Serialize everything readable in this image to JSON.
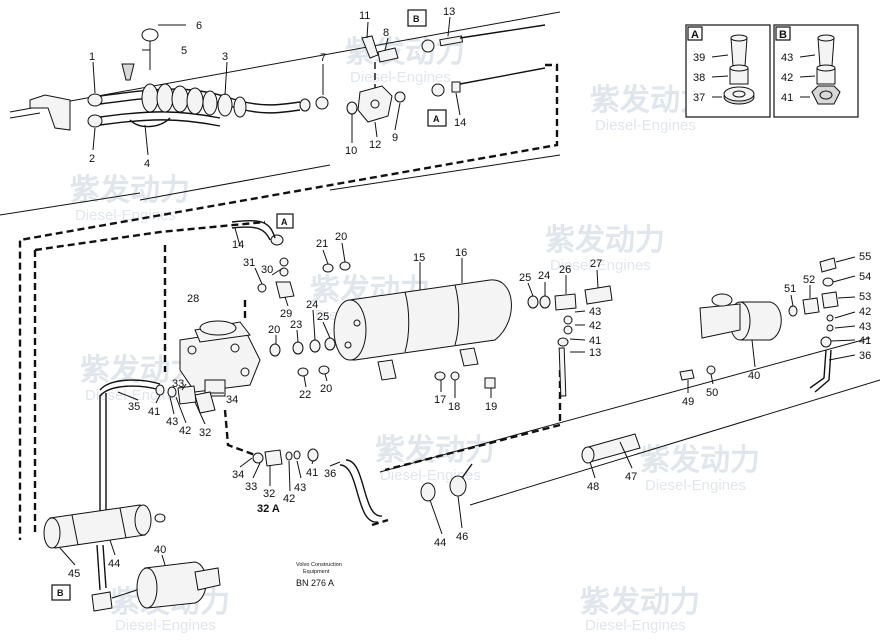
{
  "watermark": {
    "brand_cn": "紫发动力",
    "brand_en": "Diesel-Engines"
  },
  "drawing": {
    "caption_line1": "Volvo Construction",
    "caption_line2": "Equipment",
    "drawing_number": "BN 276 A"
  },
  "detail_box_a": {
    "title": "A",
    "items": [
      "39",
      "38",
      "37"
    ]
  },
  "detail_box_b": {
    "title": "B",
    "items": [
      "43",
      "42",
      "41"
    ]
  },
  "reference_markers": {
    "a_top": "A",
    "b_top": "B",
    "a_mid": "A",
    "b_bottom": "B"
  },
  "special_labels": {
    "label_32a": "32 A"
  },
  "part_labels": {
    "p1": "1",
    "p2": "2",
    "p3": "3",
    "p4": "4",
    "p5": "5",
    "p6": "6",
    "p7": "7",
    "p8": "8",
    "p9": "9",
    "p10": "10",
    "p11": "11",
    "p12": "12",
    "p13_top": "13",
    "p14_top": "14",
    "p14_mid": "14",
    "p31": "31",
    "p30": "30",
    "p29": "29",
    "p28": "28",
    "p21": "21",
    "p20_top": "20",
    "p15": "15",
    "p16": "16",
    "p25_r": "25",
    "p24_r": "24",
    "p26": "26",
    "p27": "27",
    "p20_mid": "20",
    "p23": "23",
    "p24_mid": "24",
    "p25_mid": "25",
    "p22": "22",
    "p20_low": "20",
    "p17": "17",
    "p18": "18",
    "p19": "19",
    "p43_r": "43",
    "p42_r": "42",
    "p41_r": "41",
    "p13_r": "13",
    "p55": "55",
    "p54": "54",
    "p53": "53",
    "p42_far": "42",
    "p43_far": "43",
    "p41_far": "41",
    "p36_far": "36",
    "p51": "51",
    "p52": "52",
    "p40_r": "40",
    "p49": "49",
    "p50": "50",
    "p33": "33",
    "p34_up": "34",
    "p35": "35",
    "p41_l": "41",
    "p43_l": "43",
    "p42_l": "42",
    "p32_l": "32",
    "p34_low": "34",
    "p33_low": "33",
    "p32_low": "32",
    "p42_low": "42",
    "p43_low": "43",
    "p41_low": "41",
    "p36_low": "36",
    "p44_c": "44",
    "p46": "46",
    "p48": "48",
    "p47": "47",
    "p45": "45",
    "p44_l": "44",
    "p40_l": "40"
  }
}
